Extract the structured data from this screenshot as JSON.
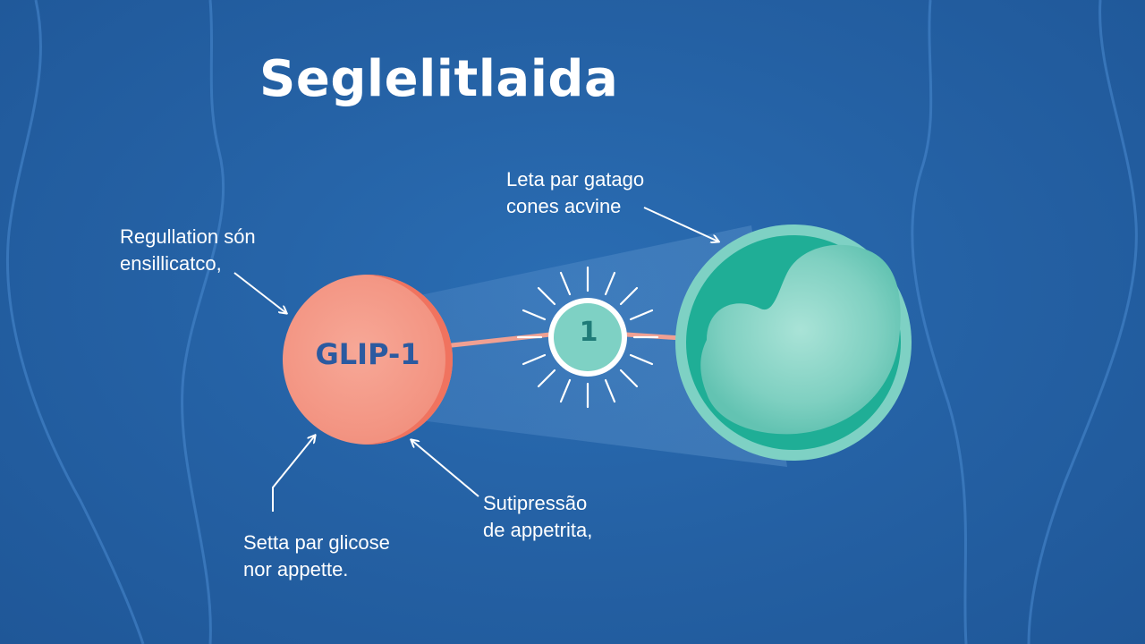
{
  "title": "Seglelitlaida",
  "callouts": {
    "regulation": [
      "Regullation són",
      "ensillicatco,"
    ],
    "leta": [
      "Leta par gatago",
      "cones acvine"
    ],
    "setta": [
      "Setta par glicose",
      "nor appette."
    ],
    "supressao": [
      "Sutipressão",
      "de appetrita,"
    ]
  },
  "glp_label": "GLIP-1",
  "badge_label": "1",
  "colors": {
    "background": "#2563a6",
    "glp_circle": "#f39583",
    "glp_text": "#2b5aa0",
    "stomach": "#1fae96",
    "badge": "#7ed1c4",
    "connector": "#f0a092",
    "text": "#ffffff"
  }
}
